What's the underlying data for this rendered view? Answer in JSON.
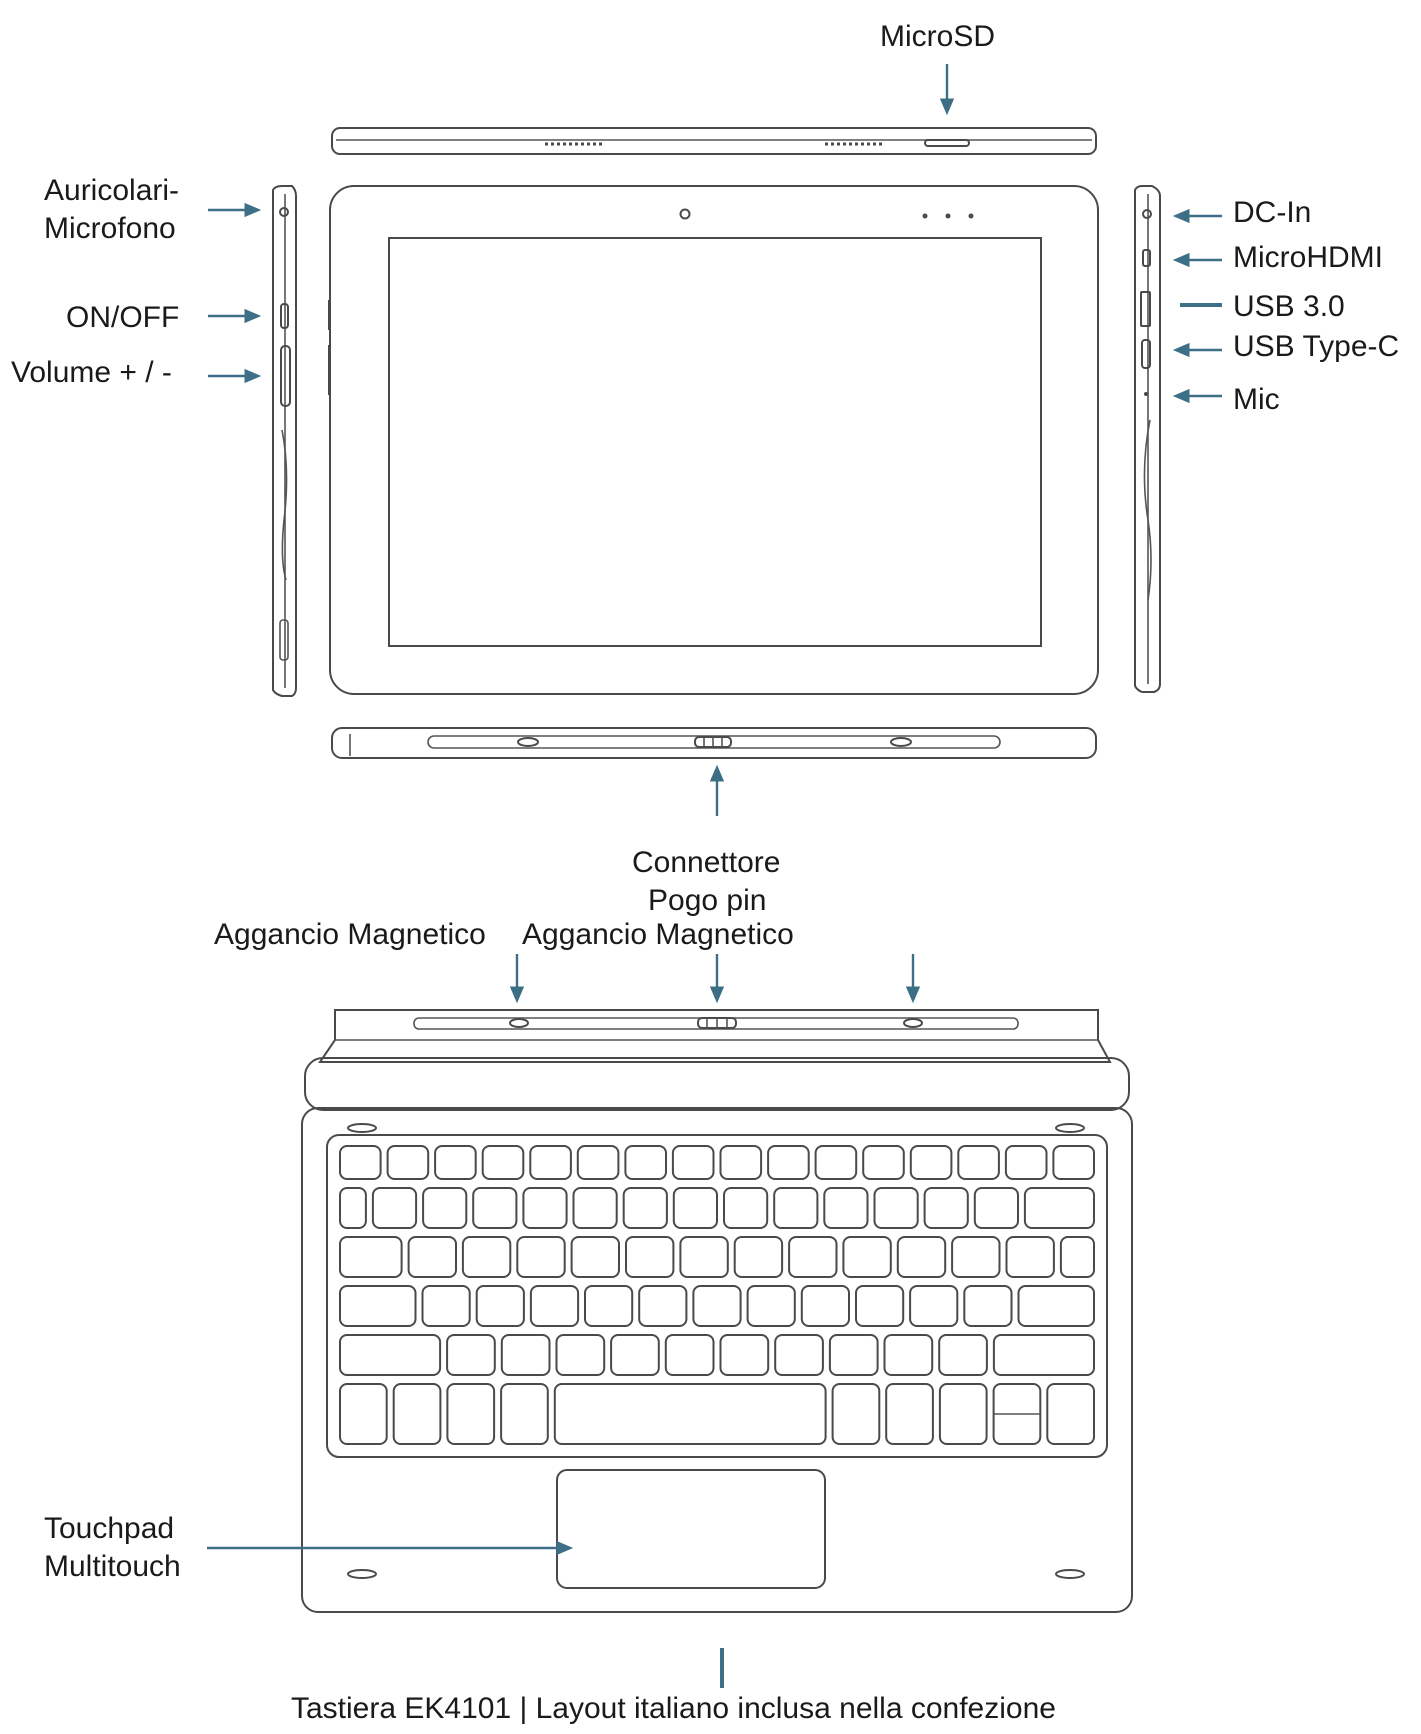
{
  "labels": {
    "microsd": "MicroSD",
    "auricolari_1": "Auricolari-",
    "auricolari_2": "Microfono",
    "on_off": "ON/OFF",
    "volume": "Volume + / -",
    "dc_in": "DC-In",
    "micro_hdmi": "MicroHDMI",
    "usb3": "USB 3.0",
    "usb_c": "USB Type-C",
    "mic": "Mic",
    "connettore_1": "Connettore",
    "connettore_2": "Pogo pin",
    "aggancio_left": "Aggancio Magnetico",
    "aggancio_right": "Aggancio Magnetico",
    "touchpad_1": "Touchpad",
    "touchpad_2": "Multitouch",
    "caption": "Tastiera EK4101 | Layout italiano inclusa nella confezione"
  },
  "colors": {
    "line": "#4a4a4a",
    "callout": "#3d6f86",
    "text": "#1a1a1a"
  }
}
